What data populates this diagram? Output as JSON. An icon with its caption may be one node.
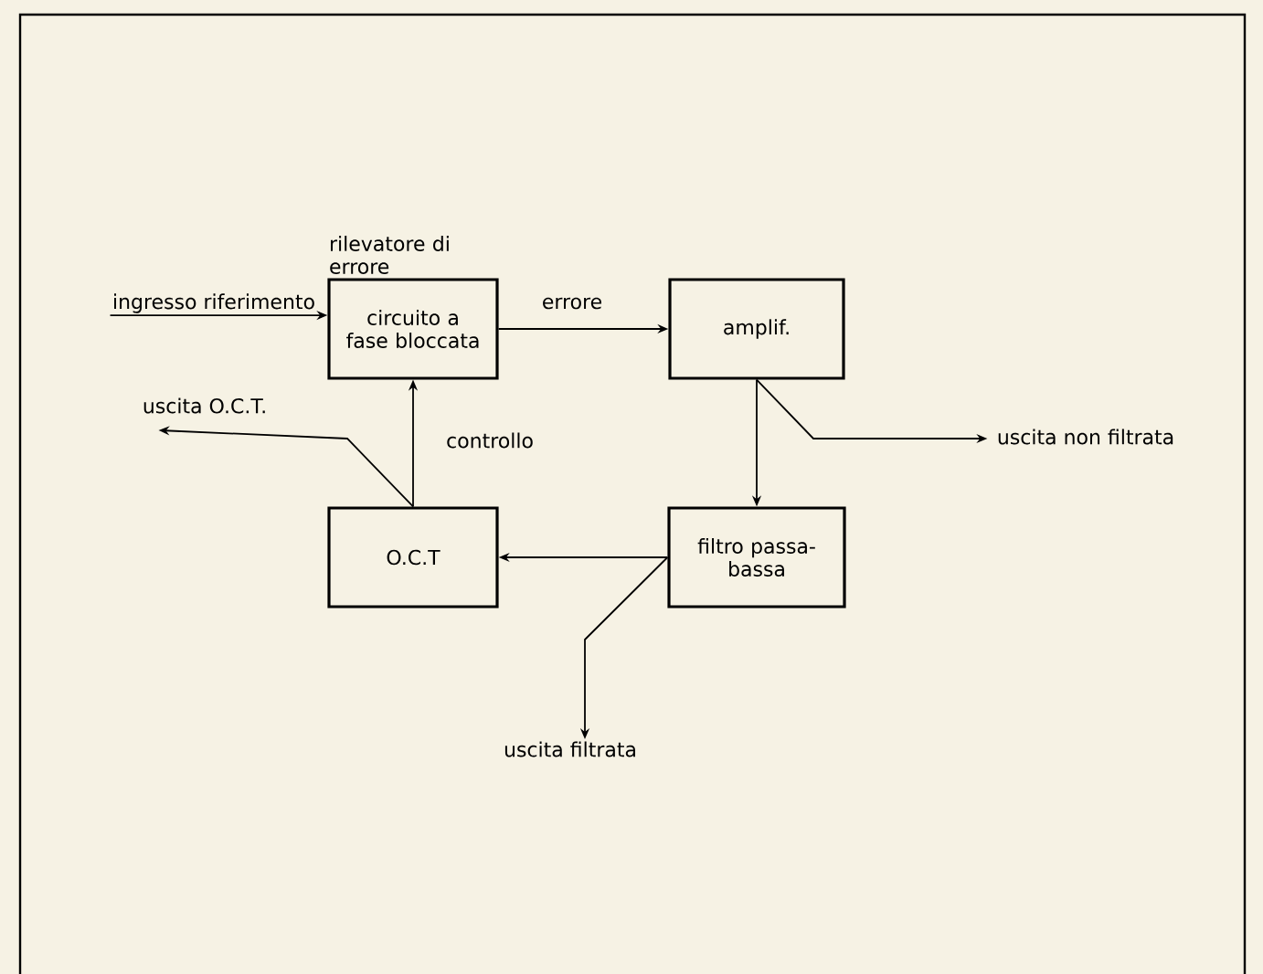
{
  "diagram": {
    "nodes": [
      {
        "text": [
          "rilevatore di errore",
          "circuito a fase bloccata"
        ]
      },
      {
        "text": [
          "amplif."
        ]
      },
      {
        "text": [
          "filtro passa-bassa"
        ]
      },
      {
        "text": [
          "O.C.T"
        ]
      },
      {
        "text": [
          "ingresso riferimento"
        ]
      },
      {
        "text": [
          "uscita non filtrata"
        ]
      },
      {
        "text": [
          "uscita O.C.T."
        ]
      },
      {
        "text": [
          "uscita filtrata"
        ]
      }
    ],
    "edges": [
      {
        "from": 4,
        "to": 0,
        "arrow": "to"
      },
      {
        "from": 0,
        "to": 1,
        "arrow": "to",
        "label": "errore"
      },
      {
        "from": 1,
        "to": 2,
        "arrow": "to"
      },
      {
        "from": 1,
        "to": 5,
        "arrow": "to"
      },
      {
        "from": 2,
        "to": 3,
        "arrow": "to"
      },
      {
        "from": 2,
        "to": 7,
        "arrow": "to"
      },
      {
        "from": 3,
        "to": 0,
        "arrow": "to",
        "label": "controllo"
      },
      {
        "from": 3,
        "to": 6,
        "arrow": "to"
      }
    ]
  }
}
